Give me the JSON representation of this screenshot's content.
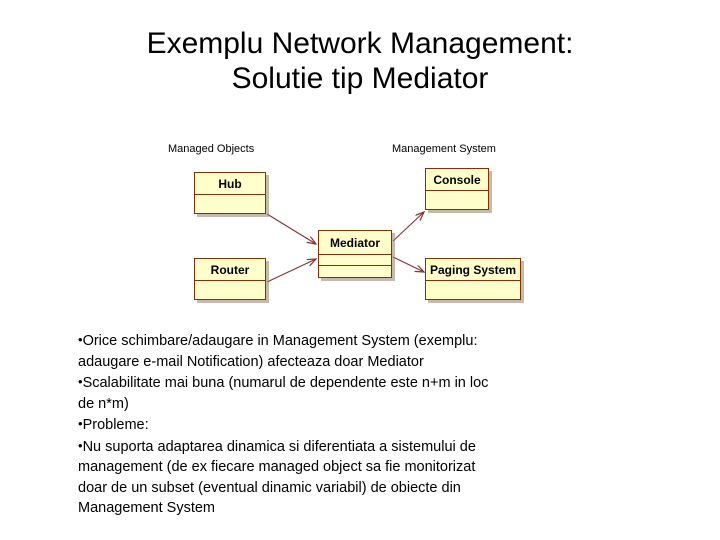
{
  "slide": {
    "title_lines": [
      "Exemplu Network Management:",
      "Solutie tip Mediator"
    ]
  },
  "diagram": {
    "column_headers": {
      "left": "Managed Objects",
      "right": "Management System"
    },
    "boxes": [
      {
        "id": "hub",
        "label": "Hub",
        "compartments": 1
      },
      {
        "id": "router",
        "label": "Router",
        "compartments": 1
      },
      {
        "id": "mediator",
        "label": "Mediator",
        "compartments": 2
      },
      {
        "id": "console",
        "label": "Console",
        "compartments": 1
      },
      {
        "id": "paging",
        "label": "Paging System",
        "compartments": 1
      }
    ],
    "connections": [
      {
        "from": "hub",
        "to": "mediator",
        "style": "arrow"
      },
      {
        "from": "router",
        "to": "mediator",
        "style": "arrow"
      },
      {
        "from": "mediator",
        "to": "console",
        "style": "arrow"
      },
      {
        "from": "mediator",
        "to": "paging",
        "style": "arrow"
      }
    ],
    "colors": {
      "box_fill": "#ffffcc",
      "box_border": "#803300",
      "arrow": "#803333",
      "shadow": "#968272"
    }
  },
  "body": {
    "bullet_char": "•",
    "lines": [
      {
        "bullet": true,
        "text": "Orice schimbare/adaugare in Management System (exemplu:"
      },
      {
        "bullet": false,
        "text": "adaugare e-mail Notification)  afecteaza doar  Mediator"
      },
      {
        "bullet": true,
        "text": "Scalabilitate mai buna (numarul de dependente este n+m in loc"
      },
      {
        "bullet": false,
        "text": "de n*m)"
      },
      {
        "bullet": true,
        "text": "Probleme:"
      },
      {
        "bullet": true,
        "text": "Nu suporta adaptarea dinamica si diferentiata a sistemului de"
      },
      {
        "bullet": false,
        "text": "management (de ex fiecare managed object sa fie monitorizat"
      },
      {
        "bullet": false,
        "text": "doar de un subset (eventual dinamic variabil) de obiecte din"
      },
      {
        "bullet": false,
        "text": "Management System"
      }
    ]
  }
}
